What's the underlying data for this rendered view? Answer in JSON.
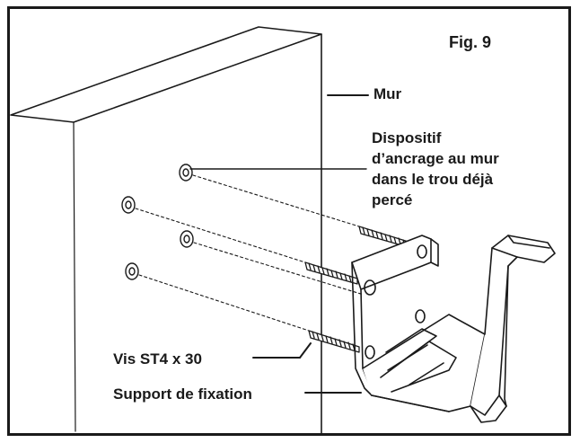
{
  "figure": {
    "title": "Fig. 9"
  },
  "labels": {
    "wall": "Mur",
    "anchor": "Dispositif\nd’ancrage au mur\ndans le trou déjà\npercé",
    "screw": "Vis ST4 x 30",
    "bracket": "Support de fixation"
  },
  "colors": {
    "line": "#1a1a1a",
    "background": "#ffffff"
  }
}
